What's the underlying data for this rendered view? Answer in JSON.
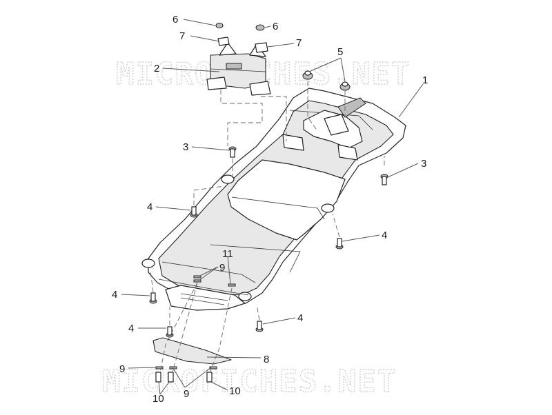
{
  "watermarks": [
    "MICROFICHES.NET",
    "MICROFICHES.NET"
  ],
  "callouts": {
    "c1": "1",
    "c2": "2",
    "c3a": "3",
    "c3b": "3",
    "c4a": "4",
    "c4b": "4",
    "c4c": "4",
    "c4d": "4",
    "c4e": "4",
    "c5": "5",
    "c6a": "6",
    "c6b": "6",
    "c7a": "7",
    "c7b": "7",
    "c8": "8",
    "c9a": "9",
    "c9b": "9",
    "c9c": "9",
    "c10a": "10",
    "c10b": "10",
    "c11": "11"
  }
}
